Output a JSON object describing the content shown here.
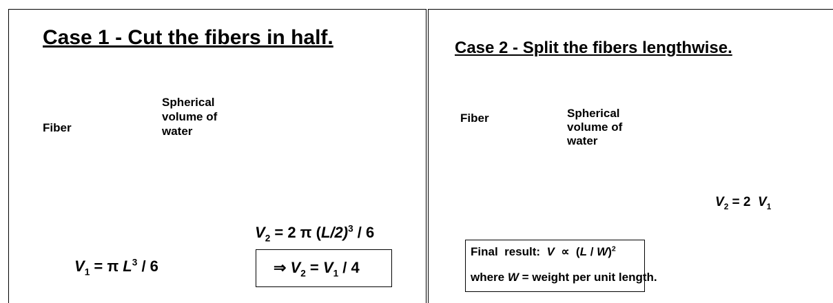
{
  "case1": {
    "title": "Case 1 - Cut the fibers in half.",
    "label_fiber": "Fiber",
    "label_sphere": [
      "Spherical",
      "volume of",
      "water"
    ],
    "eq_v1": {
      "v": "V",
      "sub": "1",
      "mid": " = π ",
      "l": "L",
      "sup": "3",
      "end": " / 6"
    },
    "eq_v2": {
      "v": "V",
      "sub": "2",
      "mid": " = 2 π (",
      "l": "L/2)",
      "sup": "3",
      "end": " / 6"
    },
    "result": {
      "arrow": "⇒ ",
      "v2": "V",
      "sub2": "2",
      "mid": " = ",
      "v1": "V",
      "sub1": "1",
      "end": " / 4"
    }
  },
  "case2": {
    "title": "Case 2 - Split the fibers lengthwise.",
    "label_fiber": "Fiber",
    "label_sphere": [
      "Spherical",
      "volume of",
      "water"
    ],
    "eq_v2": {
      "v": "V",
      "sub2": "2",
      "mid": " = 2  ",
      "v1": "V",
      "sub1": "1"
    },
    "final": {
      "line1": {
        "pre": "Final  result:  ",
        "v": "V",
        "prop": "  ∝  (",
        "l": "L",
        "slash": " / ",
        "w": "W",
        "close": ")",
        "sup": "2"
      },
      "line2": {
        "pre": "where ",
        "w": "W",
        "post": " = weight per unit length."
      }
    }
  },
  "colors": {
    "sphere_light": "#9ff0cf",
    "sphere_dark": "#2e6b52",
    "fiber": "#f28a2e"
  }
}
